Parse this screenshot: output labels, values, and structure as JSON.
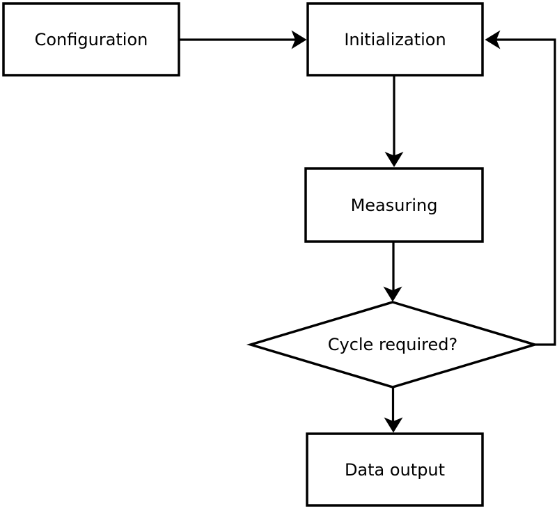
{
  "colors": {
    "background": "#ffffff",
    "stroke": "#000000",
    "text": "#000000",
    "node_fill": "#ffffff"
  },
  "flowchart": {
    "nodes": {
      "configuration": {
        "label": "Configuration",
        "shape": "rectangle"
      },
      "initialization": {
        "label": "Initialization",
        "shape": "rectangle"
      },
      "measuring": {
        "label": "Measuring",
        "shape": "rectangle"
      },
      "cycle_required": {
        "label": "Cycle required?",
        "shape": "diamond"
      },
      "data_output": {
        "label": "Data output",
        "shape": "rectangle"
      }
    },
    "edges": [
      {
        "from": "configuration",
        "to": "initialization",
        "direction": "right"
      },
      {
        "from": "initialization",
        "to": "measuring",
        "direction": "down"
      },
      {
        "from": "measuring",
        "to": "cycle_required",
        "direction": "down"
      },
      {
        "from": "cycle_required",
        "to": "data_output",
        "direction": "down"
      },
      {
        "from": "cycle_required",
        "to": "initialization",
        "direction": "loop-back",
        "route": "right-then-up-then-left"
      }
    ]
  }
}
